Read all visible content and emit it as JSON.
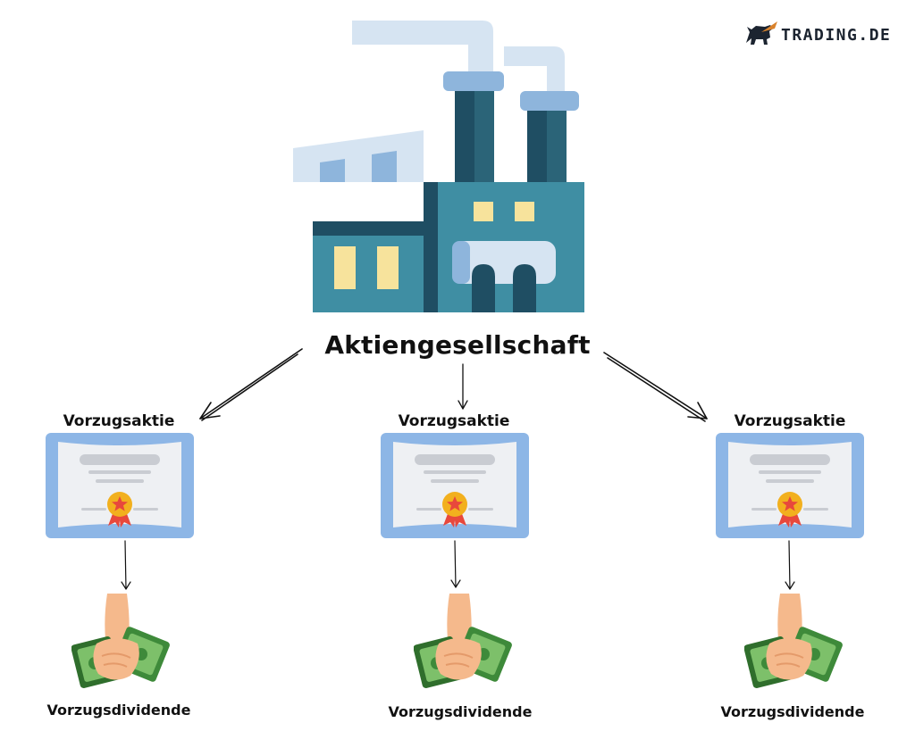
{
  "brand": {
    "logo_text": "TRADING.DE",
    "accent": "#d9822b",
    "dark": "#1c2430"
  },
  "diagram": {
    "root": {
      "label": "Aktiengesellschaft",
      "icon": "factory-icon"
    },
    "branches": [
      {
        "share_label": "Vorzugsaktie",
        "share_icon": "certificate-icon",
        "dividend_label": "Vorzugsdividende",
        "dividend_icon": "hand-money-icon"
      },
      {
        "share_label": "Vorzugsaktie",
        "share_icon": "certificate-icon",
        "dividend_label": "Vorzugsdividende",
        "dividend_icon": "hand-money-icon"
      },
      {
        "share_label": "Vorzugsaktie",
        "share_icon": "certificate-icon",
        "dividend_label": "Vorzugsdividende",
        "dividend_icon": "hand-money-icon"
      }
    ],
    "colors": {
      "factory_dark": "#1f4e63",
      "factory_mid": "#3f8ea3",
      "factory_light": "#8eb5dc",
      "factory_pale": "#d6e4f2",
      "window": "#f7e39c",
      "certificate_frame": "#8db6e6",
      "medal_gold": "#f2b01e",
      "ribbon_red": "#e8483c",
      "money_green": "#3e8a3a",
      "skin": "#f5b98c"
    }
  }
}
